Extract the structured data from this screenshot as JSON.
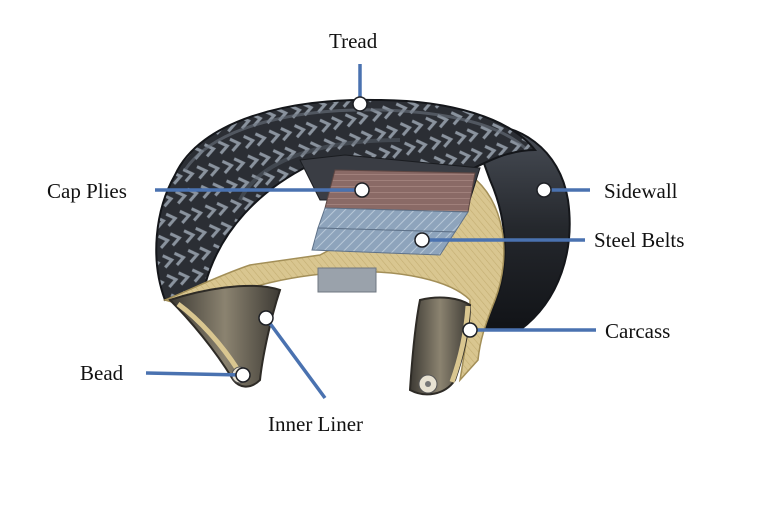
{
  "labels": {
    "tread": "Tread",
    "cap_plies": "Cap Plies",
    "sidewall": "Sidewall",
    "steel_belts": "Steel Belts",
    "carcass": "Carcass",
    "bead": "Bead",
    "inner_liner": "Inner Liner"
  },
  "colors": {
    "leader_line": "#4a72b0",
    "rubber": "#2a2d33",
    "carcass": "#d9c690",
    "cap_plies": "#8a6a66",
    "steel_belts": "#8ea4bc",
    "inner_liner": "#5b5144"
  }
}
